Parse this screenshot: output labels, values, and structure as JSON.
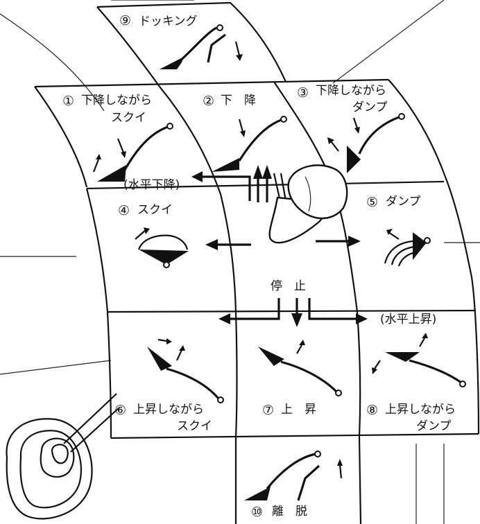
{
  "diagram": {
    "panels": [
      {
        "id": 9,
        "num": "⑨",
        "line1": "ドッキング",
        "line2": ""
      },
      {
        "id": 1,
        "num": "①",
        "line1": "下降しながら",
        "line2": "スクイ"
      },
      {
        "id": 2,
        "num": "②",
        "line1": "下　降",
        "line2": ""
      },
      {
        "id": 3,
        "num": "③",
        "line1": "下降しながら",
        "line2": "ダンプ"
      },
      {
        "id": 4,
        "num": "④",
        "line1": "スクイ",
        "line2": ""
      },
      {
        "id": 5,
        "num": "⑤",
        "line1": "ダンプ",
        "line2": ""
      },
      {
        "id": 6,
        "num": "⑥",
        "line1": "上昇しながら",
        "line2": "スクイ"
      },
      {
        "id": 7,
        "num": "⑦",
        "line1": "上　昇",
        "line2": ""
      },
      {
        "id": 8,
        "num": "⑧",
        "line1": "上昇しながら",
        "line2": "ダンプ"
      },
      {
        "id": 10,
        "num": "⑩",
        "line1": "離　脱",
        "line2": ""
      }
    ],
    "horizontal_lower": "(水平下降)",
    "horizontal_raise": "(水平上昇)",
    "stop_label": "停　止"
  }
}
